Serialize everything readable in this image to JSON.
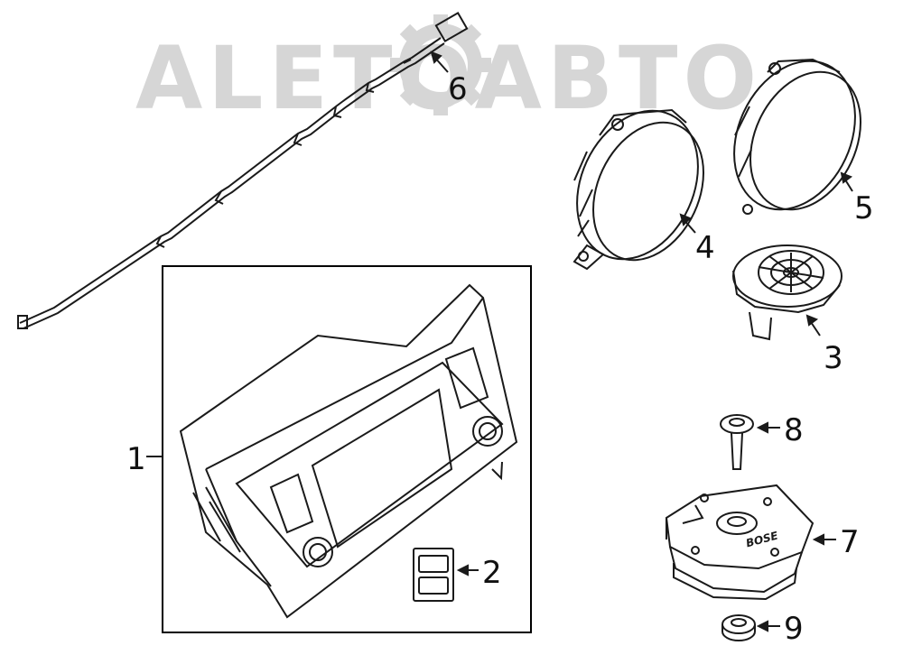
{
  "watermark": {
    "text": "ALETOABTO",
    "color": "#cfcfcf"
  },
  "colors": {
    "line": "#1a1a1a",
    "frame": "#000000",
    "background": "#ffffff"
  },
  "callouts": [
    {
      "id": "1",
      "label": "1"
    },
    {
      "id": "2",
      "label": "2"
    },
    {
      "id": "3",
      "label": "3"
    },
    {
      "id": "4",
      "label": "4"
    },
    {
      "id": "5",
      "label": "5"
    },
    {
      "id": "6",
      "label": "6"
    },
    {
      "id": "7",
      "label": "7"
    },
    {
      "id": "8",
      "label": "8"
    },
    {
      "id": "9",
      "label": "9"
    }
  ],
  "parts": {
    "sub_brand": "BOSE"
  }
}
